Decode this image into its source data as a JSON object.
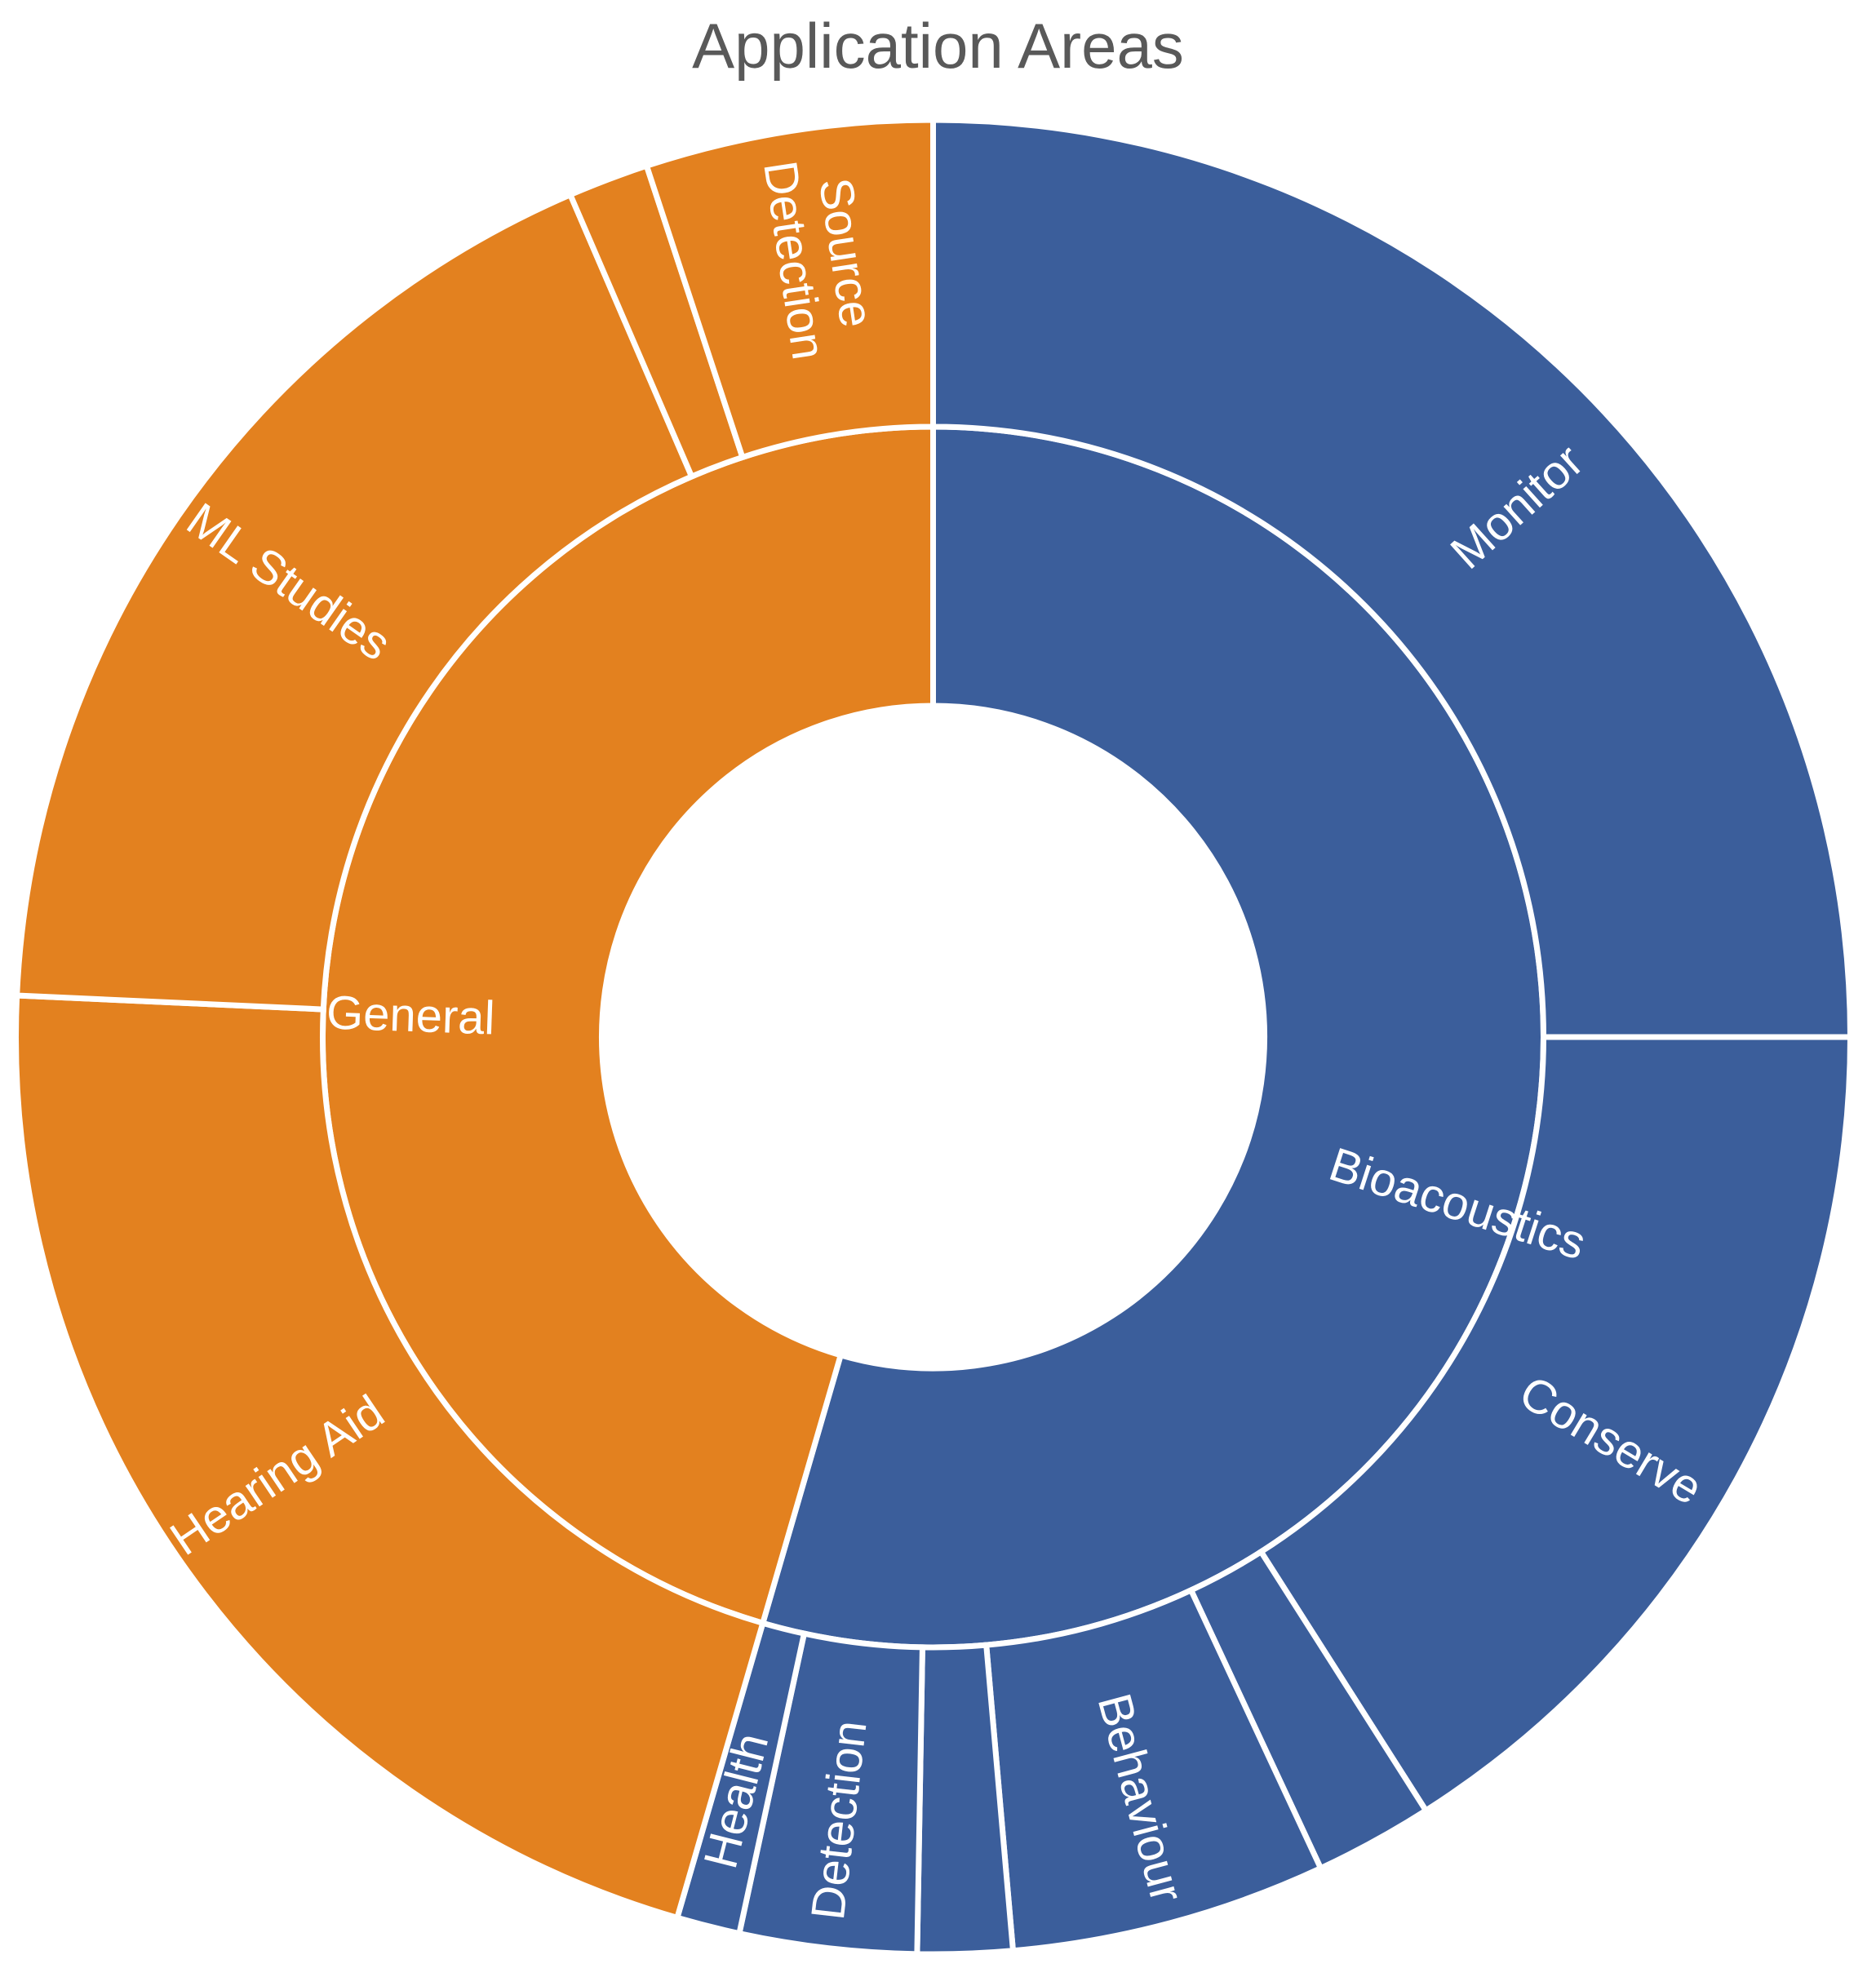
{
  "chart": {
    "title": "Application Areas",
    "title_color": "#595959",
    "type": "sunburst",
    "colors": {
      "blue": "#3B5E9B",
      "orange": "#E3811F",
      "divider": "#ffffff",
      "label": "#ffffff",
      "background": "#ffffff"
    }
  },
  "chart_data": {
    "type": "pie",
    "subtype": "sunburst-donut",
    "title": "Application Areas",
    "xlabel": "",
    "ylabel": "",
    "legend": "none",
    "grid": false,
    "inner_hole_fraction": 0.36,
    "ring_split_fraction": 0.665,
    "start_angle_deg": 0,
    "direction": "clockwise",
    "rings": [
      {
        "name": "inner",
        "segments": [
          {
            "label": "Bioacoustics",
            "value": 54.5,
            "color": "#3B5E9B",
            "start_deg": 0,
            "end_deg": 196.2,
            "label_deg": 108,
            "label_radius_frac": 0.6
          },
          {
            "label": "General",
            "value": 45.5,
            "color": "#E3811F",
            "start_deg": 196.2,
            "end_deg": 360,
            "label_deg": 272,
            "label_radius_frac": 0.57
          }
        ]
      },
      {
        "name": "outer",
        "segments": [
          {
            "label": "Monitor",
            "parent": "Bioacoustics",
            "value": 25.0,
            "color": "#3B5E9B",
            "start_deg": 0,
            "end_deg": 90.0,
            "label_deg": 48,
            "label_radius_frac": 0.86
          },
          {
            "label": "Conserve",
            "parent": "Bioacoustics",
            "value": 16.0,
            "color": "#3B5E9B",
            "start_deg": 90.0,
            "end_deg": 147.5,
            "label_deg": 121,
            "label_radius_frac": 0.86
          },
          {
            "label": "",
            "parent": "Bioacoustics",
            "value": 2.0,
            "color": "#3B5E9B",
            "start_deg": 147.5,
            "end_deg": 155.0,
            "label_deg": 151,
            "label_radius_frac": 0.86
          },
          {
            "label": "Behaviour",
            "parent": "Bioacoustics",
            "value": 5.5,
            "color": "#3B5E9B",
            "start_deg": 155.0,
            "end_deg": 175.0,
            "label_deg": 165,
            "label_radius_frac": 0.86
          },
          {
            "label": "",
            "parent": "Bioacoustics",
            "value": 1.6,
            "color": "#3B5E9B",
            "start_deg": 175.0,
            "end_deg": 181.0,
            "label_deg": 178,
            "label_radius_frac": 0.86
          },
          {
            "label": "Detection",
            "parent": "Bioacoustics",
            "value": 3.1,
            "color": "#3B5E9B",
            "start_deg": 181.0,
            "end_deg": 192.2,
            "label_deg": 186.6,
            "label_radius_frac": 0.86
          },
          {
            "label": "Health",
            "parent": "Bioacoustics",
            "value": 1.1,
            "color": "#3B5E9B",
            "start_deg": 192.2,
            "end_deg": 196.2,
            "label_deg": 194.2,
            "label_radius_frac": 0.86
          },
          {
            "label": "Hearing Aid",
            "parent": "General",
            "value": 21.2,
            "color": "#E3811F",
            "start_deg": 196.2,
            "end_deg": 272.6,
            "label_deg": 236,
            "label_radius_frac": 0.86
          },
          {
            "label": "ML Studies",
            "parent": "General",
            "value": 17.8,
            "color": "#E3811F",
            "start_deg": 272.6,
            "end_deg": 336.7,
            "label_deg": 305,
            "label_radius_frac": 0.86
          },
          {
            "label": "",
            "parent": "General",
            "value": 1.4,
            "color": "#E3811F",
            "start_deg": 336.7,
            "end_deg": 341.8,
            "label_deg": 339,
            "label_radius_frac": 0.86
          },
          {
            "label": "Source Detection",
            "parent": "General",
            "value": 5.1,
            "color": "#E3811F",
            "start_deg": 341.8,
            "end_deg": 360,
            "label_deg": 351.5,
            "label_radius_frac": 0.86,
            "label_lines": [
              "Source",
              "Detection"
            ]
          }
        ]
      }
    ]
  }
}
